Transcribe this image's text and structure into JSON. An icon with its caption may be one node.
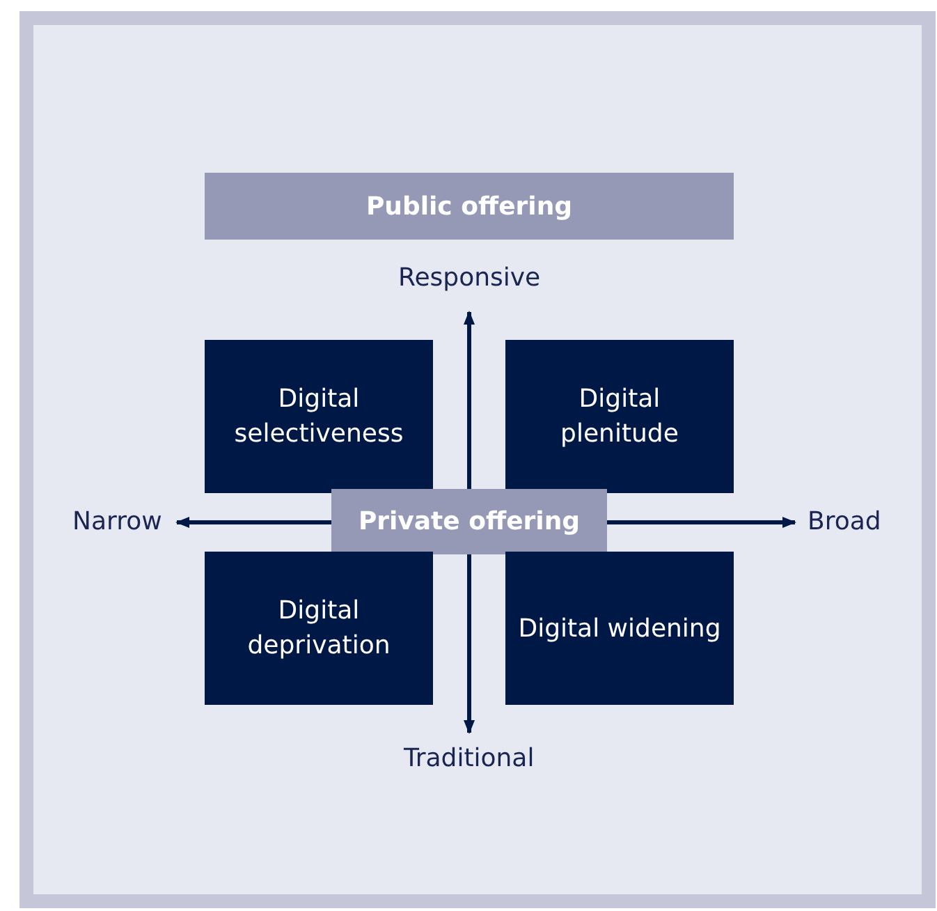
{
  "diagram": {
    "nodes": [
      {
        "text": [
          "Public offering"
        ]
      },
      {
        "text": [
          "Digital selectiveness"
        ]
      },
      {
        "text": [
          "Digital plenitude"
        ]
      },
      {
        "text": [
          "Private offering"
        ]
      },
      {
        "text": [
          "Digital deprivation"
        ]
      },
      {
        "text": [
          "Digital widening"
        ]
      }
    ],
    "labels": [
      "Responsive",
      "Narrow",
      "Broad",
      "Traditional"
    ]
  }
}
